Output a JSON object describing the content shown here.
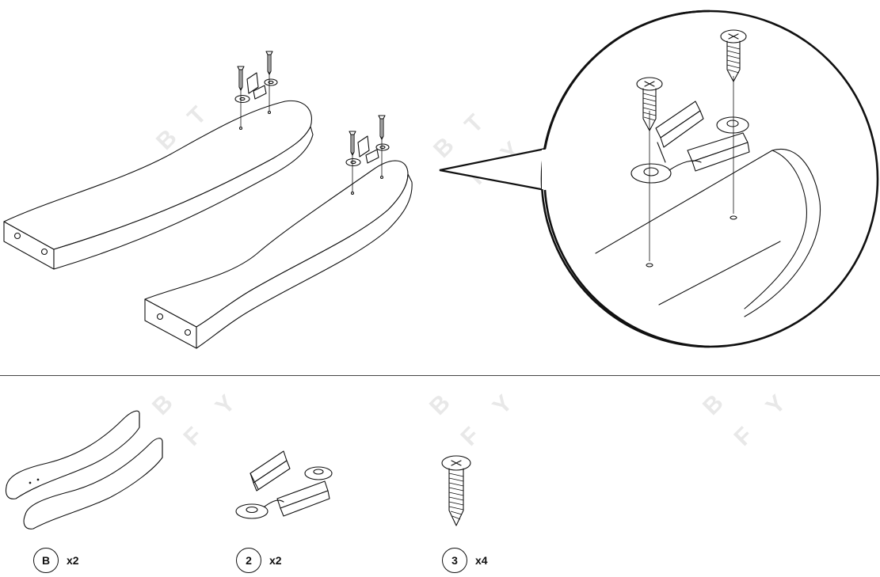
{
  "watermark": {
    "letters": [
      "B",
      "T",
      "F",
      "Y"
    ]
  },
  "parts": [
    {
      "id": "B",
      "qty": "x2",
      "icon": "wooden-leg-icon"
    },
    {
      "id": "2",
      "qty": "x2",
      "icon": "bracket-icon"
    },
    {
      "id": "3",
      "qty": "x4",
      "icon": "screw-icon"
    }
  ],
  "colors": {
    "line": "#111111",
    "watermark": "#e8e8e8",
    "background": "#ffffff"
  }
}
